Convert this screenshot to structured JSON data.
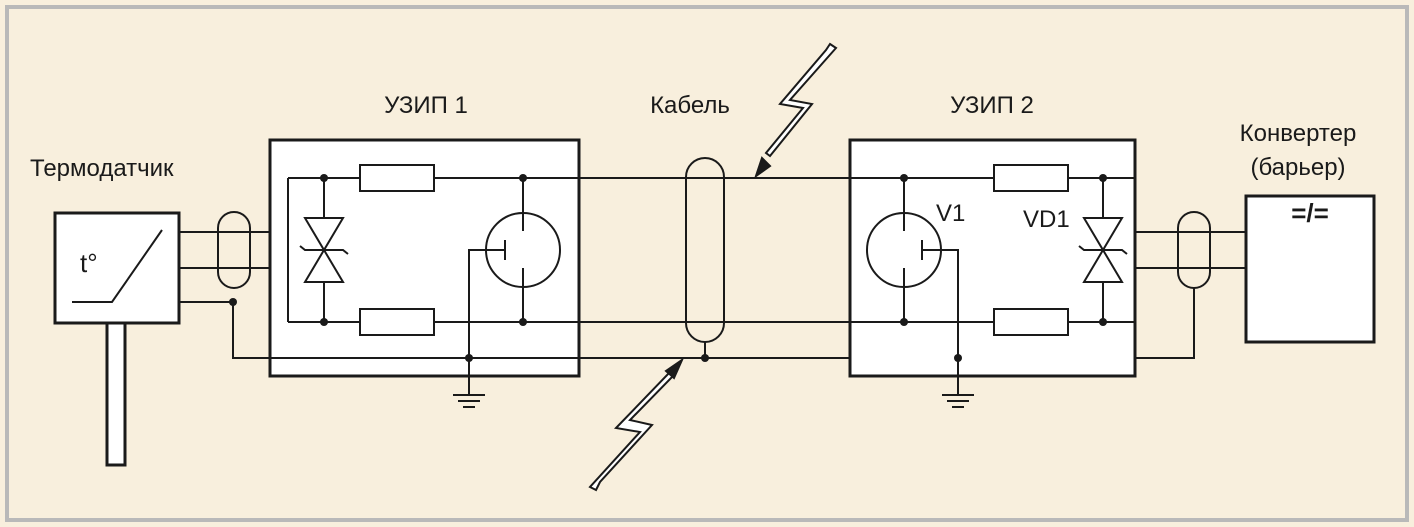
{
  "colors": {
    "background": "#f8efdd",
    "frame": "#b9b9b9",
    "ink": "#1a1a1a",
    "box_fill": "#ffffff"
  },
  "labels": {
    "sensor": "Термодатчик",
    "sensor_symbol": "t°",
    "spd1": "УЗИП 1",
    "cable": "Кабель",
    "spd2": "УЗИП 2",
    "converter_line1": "Конвертер",
    "converter_line2": "(барьер)",
    "converter_symbol": "=/=",
    "v1": "V1",
    "vd1": "VD1"
  }
}
